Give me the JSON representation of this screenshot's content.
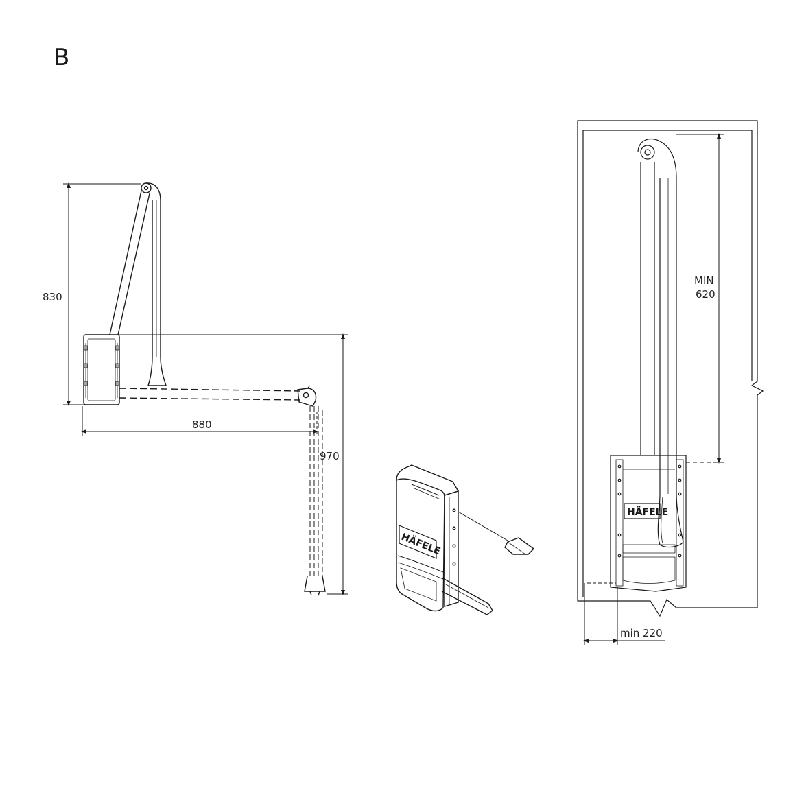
{
  "figure": {
    "label": "B"
  },
  "dimensions": {
    "height_830": "830",
    "width_880": "880",
    "height_970": "970",
    "min_label": "MIN",
    "min_value": "620",
    "min_220": "min 220"
  },
  "brand": {
    "logo_front": "HÄFELE",
    "logo_iso": "HÄFELE"
  },
  "colors": {
    "line": "#1a1a1a",
    "background": "#ffffff"
  }
}
